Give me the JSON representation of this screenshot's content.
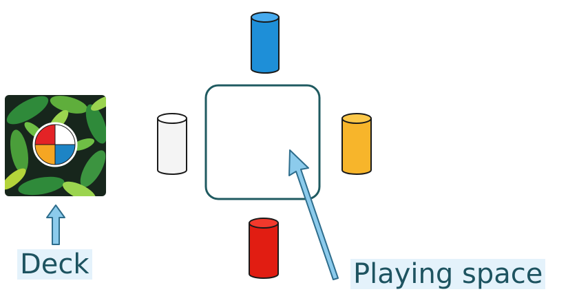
{
  "labels": {
    "deck": "Deck",
    "playing_space": "Playing space"
  },
  "colors": {
    "label_text": "#1d5360",
    "label_bg": "#e4f2fb",
    "arrow": "#8ccbec",
    "arrow_outline": "#2e6d8c",
    "board_outline": "#1f5a60",
    "pawn_blue": "#1e8fd8",
    "pawn_white": "#f4f4f4",
    "pawn_yellow": "#f7b52b",
    "pawn_red": "#e11d12",
    "card_bg": "#17261c",
    "leaf_dark": "#2f8a3a",
    "leaf_light": "#9bd44f",
    "disc_red": "#e32326",
    "disc_white": "#ffffff",
    "disc_yellow": "#f5a623",
    "disc_blue": "#1d84c5"
  },
  "pawns": [
    {
      "name": "blue",
      "color": "#1e8fd8"
    },
    {
      "name": "white",
      "color": "#f4f4f4"
    },
    {
      "name": "yellow",
      "color": "#f7b52b"
    },
    {
      "name": "red",
      "color": "#e11d12"
    }
  ]
}
